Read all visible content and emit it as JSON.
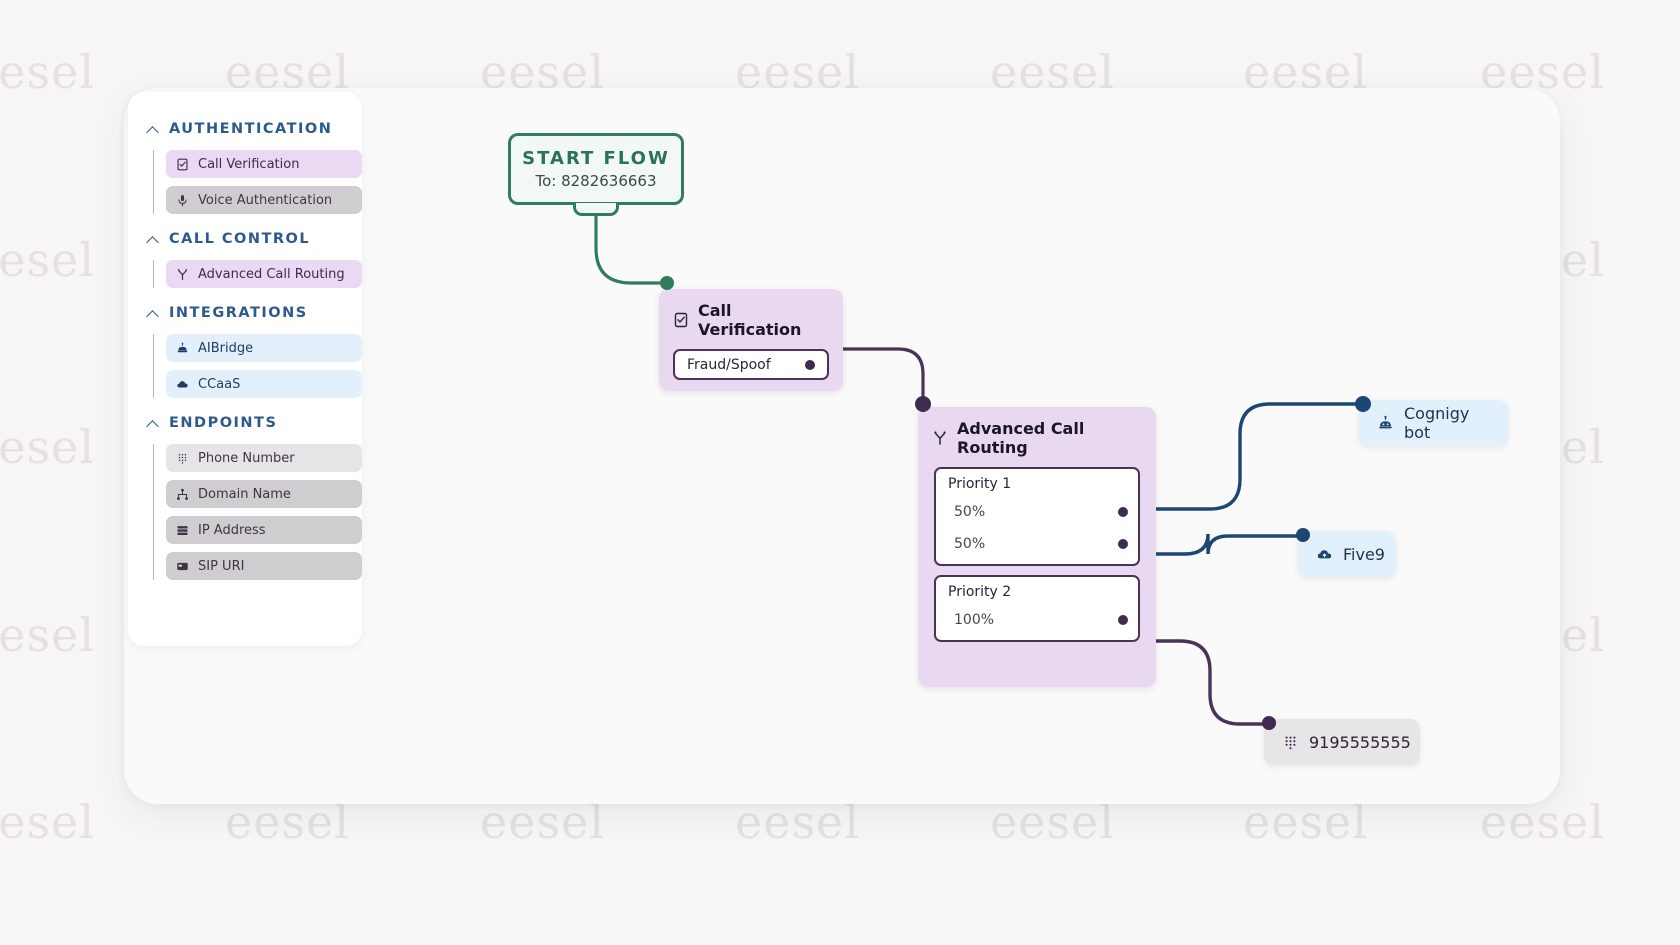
{
  "watermark": {
    "text": "eesel"
  },
  "sidebar": {
    "groups": [
      {
        "title": "AUTHENTICATION",
        "items": [
          {
            "label": "Call Verification",
            "icon": "check-square-icon",
            "tone": "purple"
          },
          {
            "label": "Voice Authentication",
            "icon": "microphone-icon",
            "tone": "grey"
          }
        ]
      },
      {
        "title": "CALL CONTROL",
        "items": [
          {
            "label": "Advanced Call Routing",
            "icon": "branch-icon",
            "tone": "purple"
          }
        ]
      },
      {
        "title": "INTEGRATIONS",
        "items": [
          {
            "label": "AIBridge",
            "icon": "bot-icon",
            "tone": "blue"
          },
          {
            "label": "CCaaS",
            "icon": "cloud-icon",
            "tone": "blue"
          }
        ]
      },
      {
        "title": "ENDPOINTS",
        "items": [
          {
            "label": "Phone Number",
            "icon": "keypad-icon",
            "tone": "lgrey"
          },
          {
            "label": "Domain Name",
            "icon": "sitemap-icon",
            "tone": "grey"
          },
          {
            "label": "IP Address",
            "icon": "server-icon",
            "tone": "grey"
          },
          {
            "label": "SIP URI",
            "icon": "card-icon",
            "tone": "grey"
          }
        ]
      }
    ]
  },
  "flow": {
    "start_node": {
      "title": "START FLOW",
      "subtitle": "To: 8282636663"
    },
    "call_verification": {
      "title": "Call Verification",
      "icon": "check-square-icon",
      "rows": [
        {
          "label": "Fraud/Spoof"
        }
      ]
    },
    "advanced_call_routing": {
      "title": "Advanced Call Routing",
      "icon": "branch-icon",
      "priorities": [
        {
          "label": "Priority 1",
          "rows": [
            {
              "value": "50%"
            },
            {
              "value": "50%"
            }
          ]
        },
        {
          "label": "Priority 2",
          "rows": [
            {
              "value": "100%"
            }
          ]
        }
      ]
    },
    "targets": [
      {
        "label": "Cognigy bot",
        "icon": "bot-icon",
        "tone": "blue"
      },
      {
        "label": "Five9",
        "icon": "cloud-icon",
        "tone": "blue"
      },
      {
        "label": "9195555555",
        "icon": "keypad-icon",
        "tone": "grey"
      }
    ]
  },
  "colors": {
    "start_green": "#2f7d5c",
    "node_purple": "#e8d9f0",
    "border_purple": "#4a3358",
    "edge_navy": "#1d4773",
    "chip_blue": "#e2f0fb",
    "chip_grey": "#e7e5e8",
    "heading_blue": "#2d5a8e",
    "canvas_bg": "#fbfafa",
    "page_bg": "#f7f6f5"
  }
}
